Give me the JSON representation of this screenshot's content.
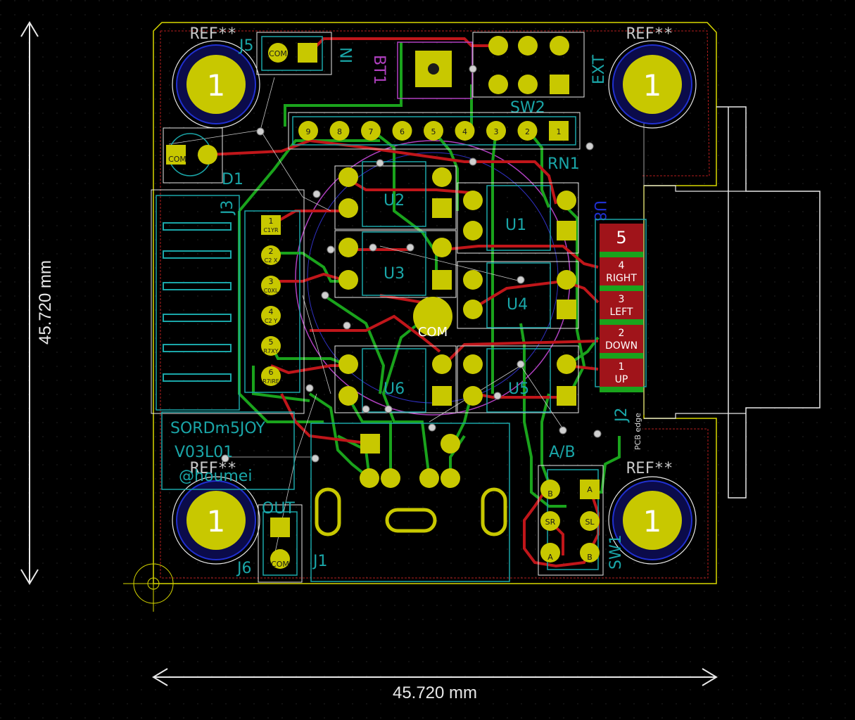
{
  "dimensions": {
    "vertical": "45.720 mm",
    "horizontal": "45.720 mm"
  },
  "mounting_holes": [
    {
      "ref": "REF**",
      "num": "1"
    },
    {
      "ref": "REF**",
      "num": "1"
    },
    {
      "ref": "REF**",
      "num": "1"
    },
    {
      "ref": "REF**",
      "num": "1"
    }
  ],
  "refs": {
    "j5": "J5",
    "in": "IN",
    "bt1": "BT1",
    "ext": "EXT",
    "sw2": "SW2",
    "d1": "D1",
    "rn1": "RN1",
    "u1": "U1",
    "u2": "U2",
    "u3": "U3",
    "u4": "U4",
    "u5": "U5",
    "u6": "U6",
    "u8": "U8",
    "j3": "J3",
    "j2": "J2",
    "ab": "A/B",
    "sw1": "SW1",
    "out": "OUT",
    "j6": "J6",
    "j1": "J1"
  },
  "silkscreen_block": [
    "SORDm5JOY",
    "V03L01",
    "@houmei"
  ],
  "pcb_edge_label": "PCB edge",
  "com_label": "COM",
  "rn1_pins": [
    "9",
    "8",
    "7",
    "6",
    "5",
    "4",
    "3",
    "2",
    "1"
  ],
  "j3_pins": [
    {
      "num": "1",
      "label": "C1YR"
    },
    {
      "num": "2",
      "label": "C2 X"
    },
    {
      "num": "3",
      "label": "C0XL"
    },
    {
      "num": "4",
      "label": "C2 Y"
    },
    {
      "num": "5",
      "label": "R7XY"
    },
    {
      "num": "6",
      "label": "R7IRE"
    }
  ],
  "edge_connector": [
    {
      "num": "5",
      "label": ""
    },
    {
      "num": "4",
      "label": "RIGHT"
    },
    {
      "num": "3",
      "label": "LEFT"
    },
    {
      "num": "2",
      "label": "DOWN"
    },
    {
      "num": "1",
      "label": "UP"
    }
  ],
  "sw1_pins": [
    "A",
    "B",
    "SL",
    "SR",
    "B",
    "A"
  ],
  "colors": {
    "fcu": "#c0161a",
    "bcu": "#1aa31c",
    "pad": "#c8c800",
    "silk": "#1aa6a8",
    "edge": "#d8d800",
    "courtyard": "#b31e1e"
  }
}
